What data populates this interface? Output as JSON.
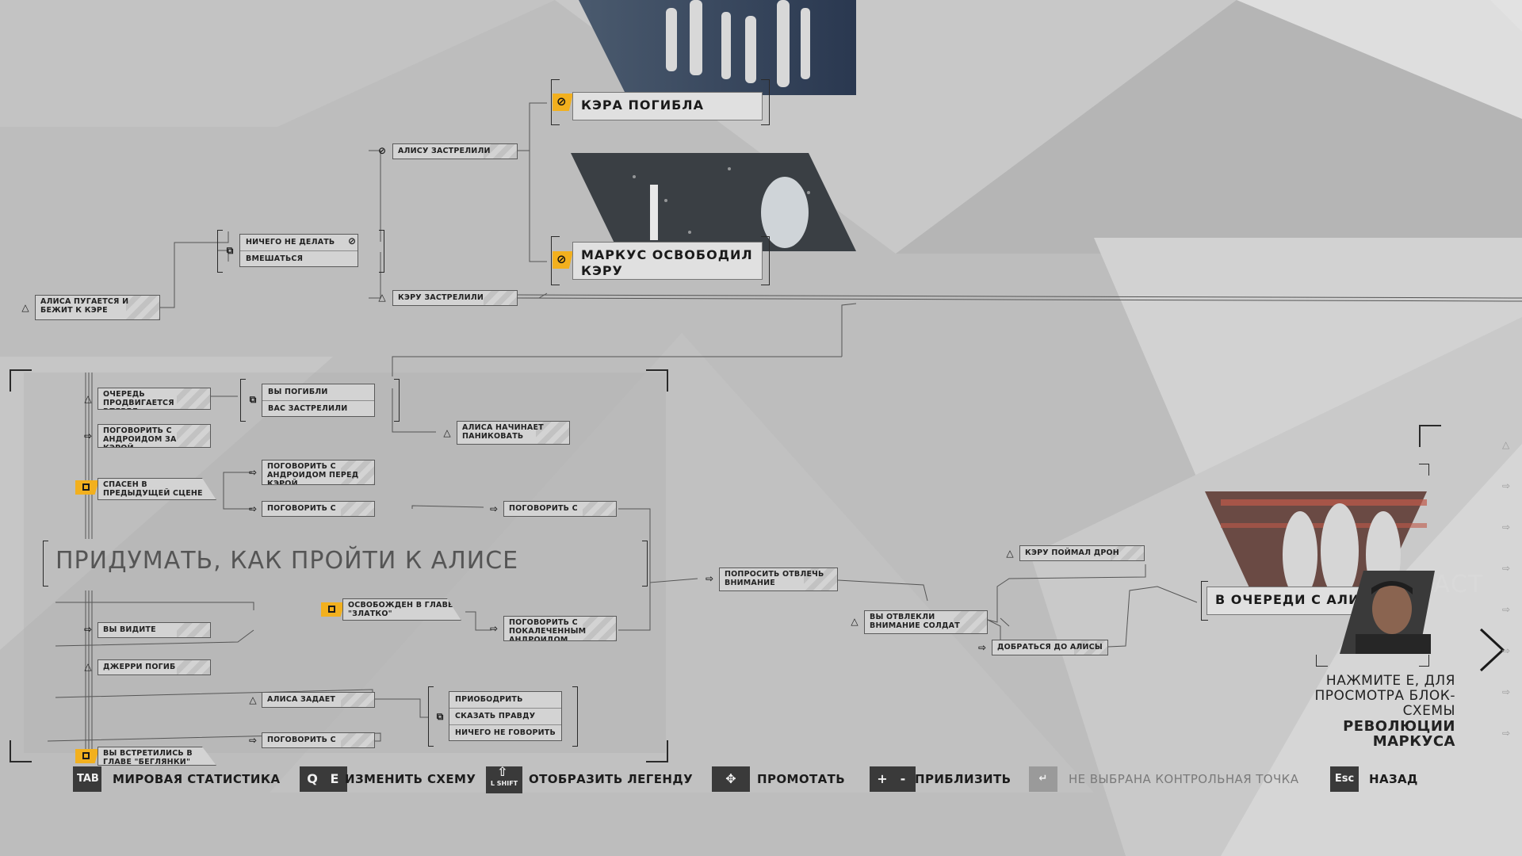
{
  "flow": {
    "top_outcomes": {
      "kara_died": "КЭРА ПОГИБЛА",
      "markus_freed_kara": "МАРКУС ОСВОБОДИЛ КЭРУ"
    },
    "nodes": {
      "alice_scared": "АЛИСА ПУГАЕТСЯ И БЕЖИТ К КЭРЕ",
      "do_nothing": "НИЧЕГО НЕ ДЕЛАТЬ",
      "intervene": "ВМЕШАТЬСЯ",
      "alice_shot": "АЛИСУ ЗАСТРЕЛИЛИ",
      "kara_shot": "КЭРУ ЗАСТРЕЛИЛИ",
      "queue_moves": "ОЧЕРЕДЬ ПРОДВИГАЕТСЯ ВПЕРЕД",
      "you_died": "ВЫ ПОГИБЛИ",
      "you_were_shot": "ВАС ЗАСТРЕЛИЛИ",
      "alice_panics": "АЛИСА НАЧИНАЕТ ПАНИКОВАТЬ",
      "talk_android_behind": "ПОГОВОРИТЬ С АНДРОИДОМ ЗА КЭРОЙ",
      "saved_prev_scene": "СПАСЕН В ПРЕДЫДУЩЕЙ СЦЕНЕ",
      "talk_android_front": "ПОГОВОРИТЬ С АНДРОИДОМ ПЕРЕД КЭРОЙ",
      "talk_luther": "ПОГОВОРИТЬ С ЛЮТЕРОМ",
      "talk_jerry": "ПОГОВОРИТЬ С ДЖЕРРИ",
      "freed_zlatko": "ОСВОБОЖДЕН В ГЛАВЕ \"ЗЛАТКО\"",
      "talk_damaged": "ПОГОВОРИТЬ С ПОКАЛЕЧЕННЫМ АНДРОИДОМ",
      "see_guards": "ВЫ ВИДИТЕ ОХРАННИКОВ",
      "jerry_died": "ДЖЕРРИ ПОГИБ",
      "alice_asks": "АЛИСА ЗАДАЕТ ВОПРОСЫ",
      "cheer_up": "ПРИОБОДРИТЬ",
      "tell_truth": "СКАЗАТЬ ПРАВДУ",
      "say_nothing": "НИЧЕГО НЕ ГОВОРИТЬ",
      "talk_ralph": "ПОГОВОРИТЬ С РАЛЬФОМ",
      "met_runaways": "ВЫ ВСТРЕТИЛИСЬ В ГЛАВЕ \"БЕГЛЯНКИ\"",
      "ask_distract": "ПОПРОСИТЬ ОТВЛЕЧЬ ВНИМАНИЕ",
      "distracted_soldier": "ВЫ ОТВЛЕКЛИ ВНИМАНИЕ СОЛДАТ",
      "kara_caught_drone": "КЭРУ ПОЙМАЛ ДРОН",
      "reach_alice": "ДОБРАТЬСЯ ДО АЛИСЫ"
    },
    "section_title": "ПРИДУМАТЬ, КАК ПРОЙТИ К АЛИСЕ",
    "right_label": "В ОЧЕРЕДИ С АЛИС",
    "ghost_text": "СЧАСТ"
  },
  "hint": {
    "line1": "НАЖМИТЕ E, ДЛЯ",
    "line2": "ПРОСМОТРА БЛОК-",
    "line3": "СХЕМЫ",
    "line4": "РЕВОЛЮЦИИ",
    "line5": "МАРКУСА"
  },
  "controls": {
    "tab_key": "TAB",
    "world_stats": "МИРОВАЯ СТАТИСТИКА",
    "q_key": "Q",
    "e_key": "E",
    "change_scheme": "ИЗМЕНИТЬ СХЕМУ",
    "shift_key": "L SHIFT",
    "show_legend": "ОТОБРАЗИТЬ ЛЕГЕНДУ",
    "scroll": "ПРОМОТАТЬ",
    "plus_key": "+",
    "minus_key": "-",
    "zoom": "ПРИБЛИЗИТЬ",
    "no_checkpoint": "НЕ ВЫБРАНА КОНТРОЛЬНАЯ ТОЧКА",
    "esc_key": "Esc",
    "back": "НАЗАД"
  },
  "colors": {
    "accent": "#f2b01e",
    "background": "#bdbdbd",
    "node": "#d3d3d3",
    "key": "#3a3a3a"
  }
}
